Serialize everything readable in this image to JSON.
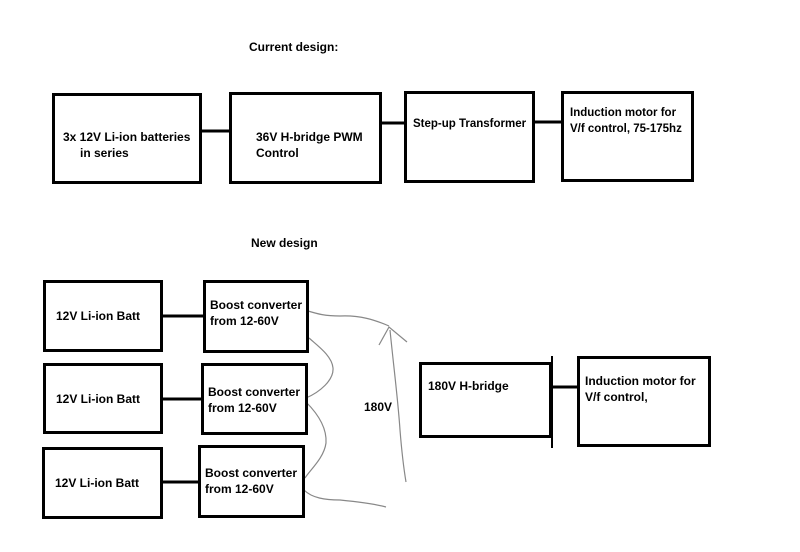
{
  "current": {
    "heading": "Current design:",
    "blocks": [
      {
        "line1": "3x 12V Li-ion batteries",
        "line2": "in series"
      },
      {
        "line1": "36V H-bridge PWM",
        "line2": "Control"
      },
      {
        "line1": "Step-up Transformer",
        "line2": ""
      },
      {
        "line1": "Induction motor for",
        "line2": "V/f control, 75-175hz"
      }
    ]
  },
  "new": {
    "heading": "New design",
    "batteries": [
      {
        "label": "12V Li-ion Batt"
      },
      {
        "label": "12V Li-ion Batt"
      },
      {
        "label": "12V Li-ion Batt"
      }
    ],
    "boosts": [
      {
        "line1": "Boost converter",
        "line2": "from 12-60V"
      },
      {
        "line1": "Boost converter",
        "line2": "from 12-60V"
      },
      {
        "line1": "Boost converter",
        "line2": "from 12-60V"
      }
    ],
    "voltage_annotation": "180V",
    "hbridge": {
      "line1": "180V H-bridge"
    },
    "motor": {
      "line1": "Induction motor for",
      "line2": "V/f control,"
    }
  }
}
